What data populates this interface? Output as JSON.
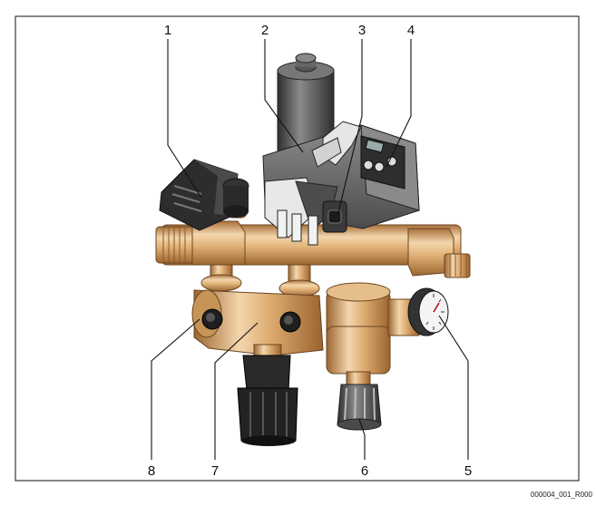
{
  "figure": {
    "callouts": [
      "1",
      "2",
      "3",
      "4",
      "5",
      "6",
      "7",
      "8"
    ],
    "code": "000004_001_R000",
    "colors": {
      "brass": "#d9a66b",
      "brass_light": "#f3d6ad",
      "brass_dark": "#a8703a",
      "housing": "#6d6d6d",
      "housing_dark": "#3e3e3e",
      "motor": "#5a5a5a",
      "plastic_light": "#e8e8e8"
    }
  }
}
